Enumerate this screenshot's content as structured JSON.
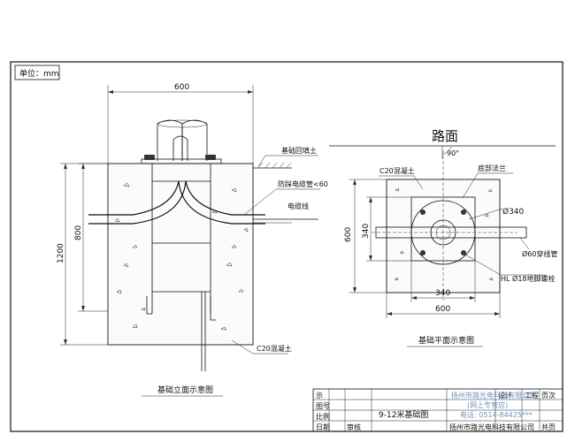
{
  "unit_label": "单位：mm",
  "elevation": {
    "dim_width": "600",
    "dim_total_height": "1200",
    "dim_upper_height": "800",
    "label_ground": "基础回填土",
    "label_conduit": "防踩电缆管<60",
    "label_cable": "电缆线",
    "label_concrete": "C20混凝土",
    "caption": "基础立面示意图"
  },
  "plan": {
    "title_road": "路面",
    "angle_label": "90°",
    "label_concrete": "C20混凝土",
    "label_base_plate": "底部法兰",
    "label_circle": "Ø340",
    "label_pipe": "Ø60穿线管",
    "label_bolt": "HL Ø18地脚螺栓",
    "dim_inner_width": "340",
    "dim_outer_width": "600",
    "dim_outer_height": "600",
    "dim_inner_height": "340",
    "caption": "基础平面示意图"
  },
  "title_block": {
    "drawing_title": "9-12米基础图",
    "company": "扬州市路光电科技有限公司",
    "small_cells": [
      "示",
      "图号",
      "比例",
      "日期",
      "审核",
      "设计",
      "工程",
      "页次",
      "共页"
    ]
  },
  "watermark": {
    "line1": "扬州市路光电科技有限公司",
    "line2": "(网上专营店)",
    "line3": "电话: 0514-84425***"
  }
}
